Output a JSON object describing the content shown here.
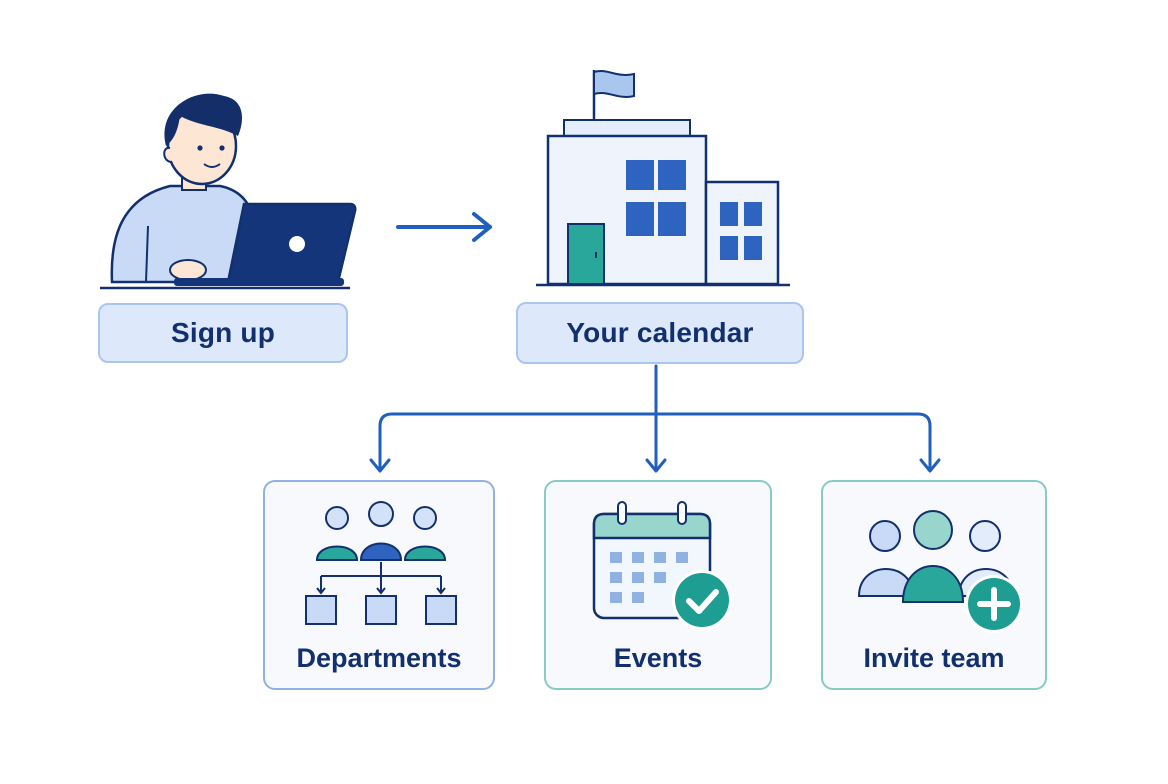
{
  "steps": {
    "signup_label": "Sign up",
    "calendar_label": "Your calendar"
  },
  "cards": {
    "departments_label": "Departments",
    "events_label": "Events",
    "invite_label": "Invite team"
  },
  "colors": {
    "navy": "#12306d",
    "blue": "#1f5fbf",
    "light_blue": "#dde9fb",
    "teal": "#2aa79b"
  },
  "icons": [
    "person-at-laptop-icon",
    "arrow-right-icon",
    "office-building-icon",
    "org-chart-icon",
    "calendar-check-icon",
    "team-add-icon"
  ]
}
